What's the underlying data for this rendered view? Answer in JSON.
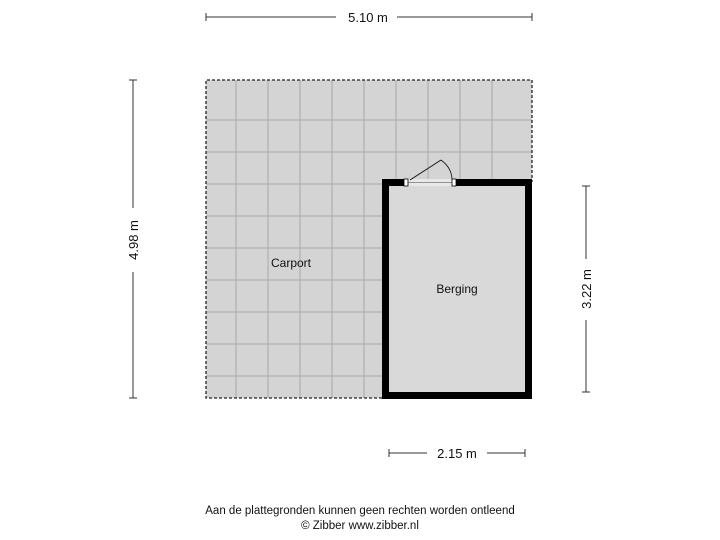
{
  "dimensions": {
    "top_width": "5.10 m",
    "left_height": "4.98 m",
    "right_height": "3.22 m",
    "bottom_width": "2.15 m"
  },
  "rooms": {
    "carport": "Carport",
    "berging": "Berging"
  },
  "footer": {
    "disclaimer": "Aan de plattegronden kunnen geen rechten worden ontleend",
    "copyright": "© Zibber www.zibber.nl"
  },
  "colors": {
    "carport_fill": "#d4d4d4",
    "berging_fill": "#d9d9d9",
    "grid_line": "#a8a8a8",
    "wall": "#000000"
  }
}
